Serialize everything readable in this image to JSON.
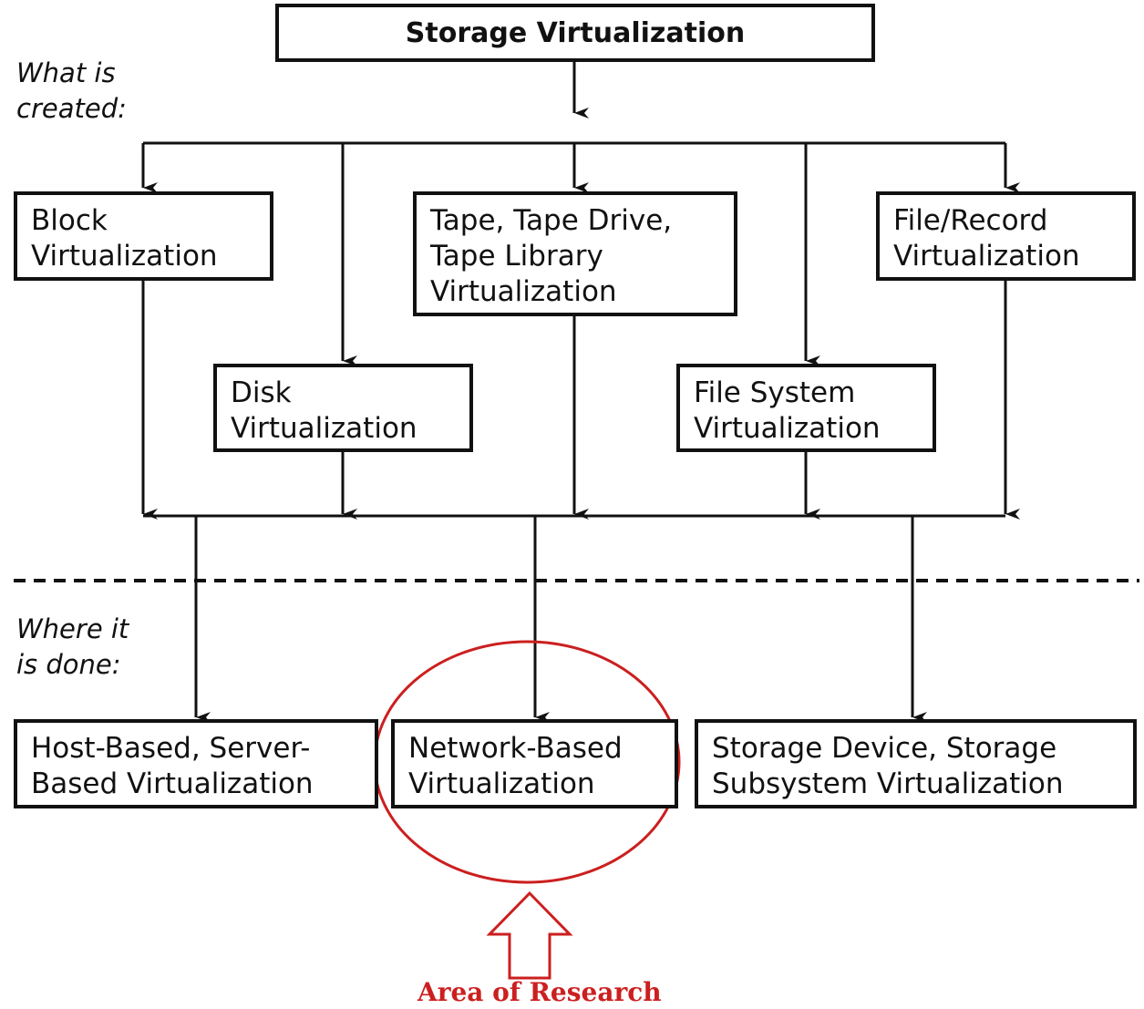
{
  "title": "Storage Virtualization",
  "sections": {
    "what": "What is\ncreated:",
    "where": "Where it\nis done:"
  },
  "created": {
    "block": "Block\nVirtualization",
    "disk": "Disk\nVirtualization",
    "tape": "Tape, Tape Drive,\nTape Library\nVirtualization",
    "file_system": "File System\nVirtualization",
    "file_record": "File/Record\nVirtualization"
  },
  "done": {
    "host": "Host-Based, Server-\nBased Virtualization",
    "network": "Network-Based\nVirtualization",
    "storage": "Storage Device, Storage\nSubsystem Virtualization"
  },
  "highlight": {
    "label": "Area of Research",
    "color": "#cc1f1f"
  }
}
